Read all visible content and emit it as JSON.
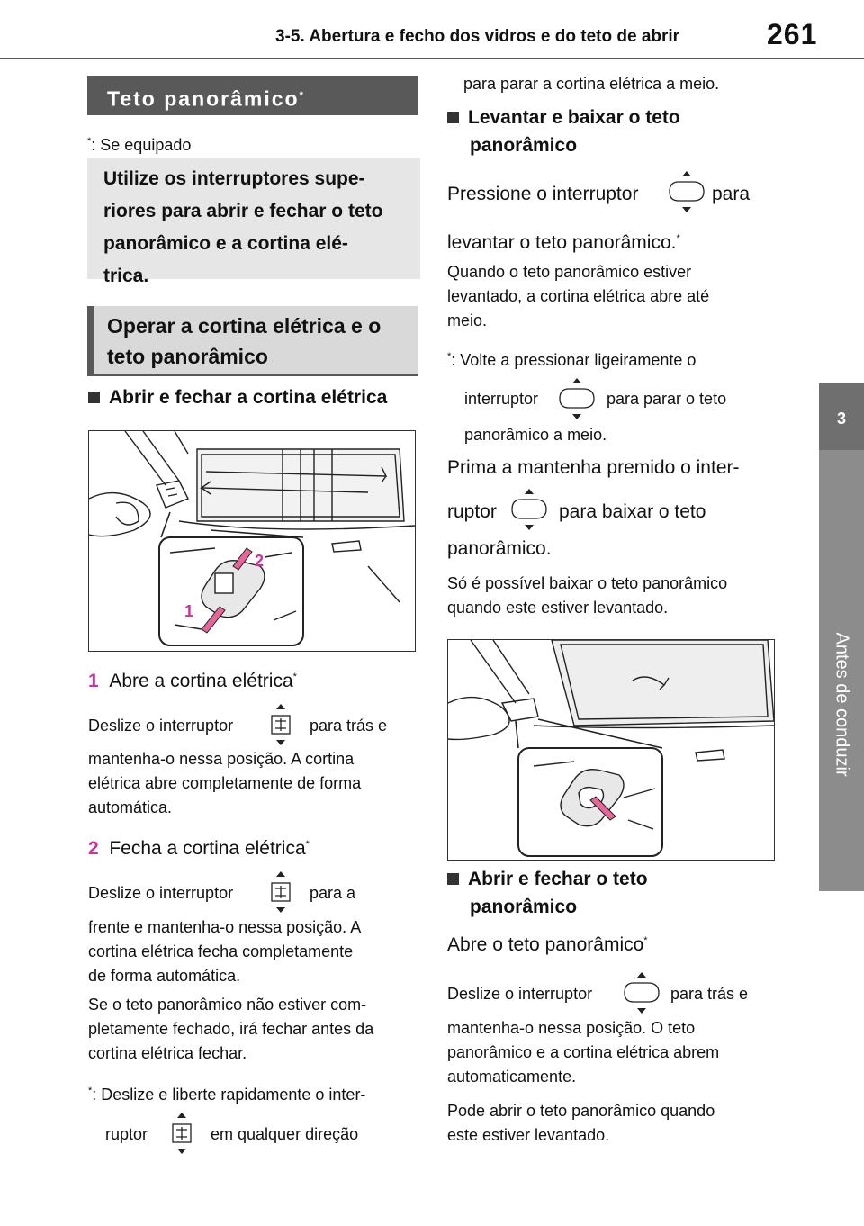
{
  "header": {
    "section_title": "3-5. Abertura e fecho dos vidros e do teto de abrir",
    "page_number": "261"
  },
  "side_tab": {
    "chapter_number": "3",
    "chapter_title": "Antes de conduzir"
  },
  "left": {
    "section_heading": "Teto panorâmico",
    "asterisk": "*",
    "equipped_note": ": Se equipado",
    "intro_box": [
      "Utilize os interruptores supe-",
      "riores para abrir e fechar o teto",
      "panorâmico e a cortina elé-",
      "trica."
    ],
    "subsection_heading": [
      "Operar a cortina elétrica e o",
      "teto panorâmico"
    ],
    "topic1": "Abrir e fechar a cortina elétrica",
    "illus1_labels": [
      "1",
      "2"
    ],
    "step1_num": "1",
    "step1_title": "Abre a cortina elétrica",
    "step1_p_a": "Deslize o interruptor",
    "step1_p_b": "para trás e",
    "step1_p_rest": [
      "mantenha-o nessa posição. A cortina",
      "elétrica abre completamente de forma",
      "automática."
    ],
    "step2_num": "2",
    "step2_title": "Fecha a cortina elétrica",
    "step2_p_a": "Deslize o interruptor",
    "step2_p_b": "para a",
    "step2_p_rest": [
      "frente e mantenha-o nessa posição. A",
      "cortina elétrica fecha completamente",
      "de forma automática."
    ],
    "step2_note": [
      "Se o teto panorâmico não estiver com-",
      "pletamente fechado, irá fechar antes da",
      "cortina elétrica fechar."
    ],
    "footnote_a": ": Deslize e liberte rapidamente o inter-",
    "footnote_b1": "ruptor",
    "footnote_b2": "em qualquer direção"
  },
  "right": {
    "cont_line": "para parar a cortina elétrica a meio.",
    "topic2": [
      "Levantar e baixar o teto",
      "panorâmico"
    ],
    "p1_a": "Pressione o interruptor",
    "p1_b": "para",
    "p1_c": "levantar o teto panorâmico.",
    "p2": [
      "Quando o teto panorâmico estiver",
      "levantado, a cortina elétrica abre até",
      "meio."
    ],
    "fn_a": ": Volte a pressionar ligeiramente o",
    "fn_b1": "interruptor",
    "fn_b2": "para parar o teto",
    "fn_c": "panorâmico a meio.",
    "p3_a": "Prima a mantenha premido o inter-",
    "p3_b1": "ruptor",
    "p3_b2": "para baixar o teto",
    "p3_c": "panorâmico.",
    "p4": [
      "Só é possível baixar o teto panorâmico",
      "quando este estiver levantado."
    ],
    "topic3": [
      "Abrir e fechar o teto",
      "panorâmico"
    ],
    "step_title": "Abre o teto panorâmico",
    "p5_a": "Deslize o interruptor",
    "p5_b": "para trás e",
    "p5_rest": [
      "mantenha-o nessa posição. O teto",
      "panorâmico e a cortina elétrica abrem",
      "automaticamente."
    ],
    "p6": [
      "Pode abrir o teto panorâmico quando",
      "este estiver levantado."
    ]
  }
}
